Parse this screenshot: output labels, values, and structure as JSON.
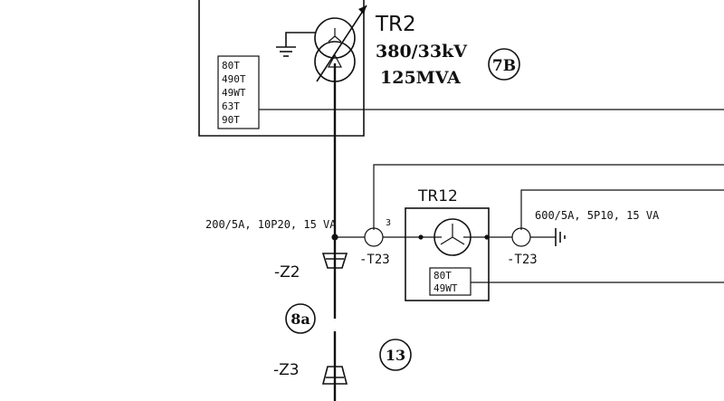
{
  "transformer_tr2": {
    "tag": "TR2",
    "voltage": "380/33kV",
    "rating": "125MVA",
    "badge": "7B",
    "relays": [
      "80T",
      "490T",
      "49WT",
      "63T",
      "90T"
    ]
  },
  "transformer_tr12": {
    "tag": "TR12",
    "relays": [
      "80T",
      "49WT"
    ]
  },
  "ct_left": {
    "spec": "200/5A, 10P20, 15 VA",
    "terminal": "3",
    "tag": "-T23"
  },
  "ct_right": {
    "spec": "600/5A, 5P10, 15 VA",
    "tag": "-T23"
  },
  "arresters": {
    "z2": "-Z2",
    "z3": "-Z3"
  },
  "markers": {
    "m8a": "8a",
    "m13": "13"
  }
}
